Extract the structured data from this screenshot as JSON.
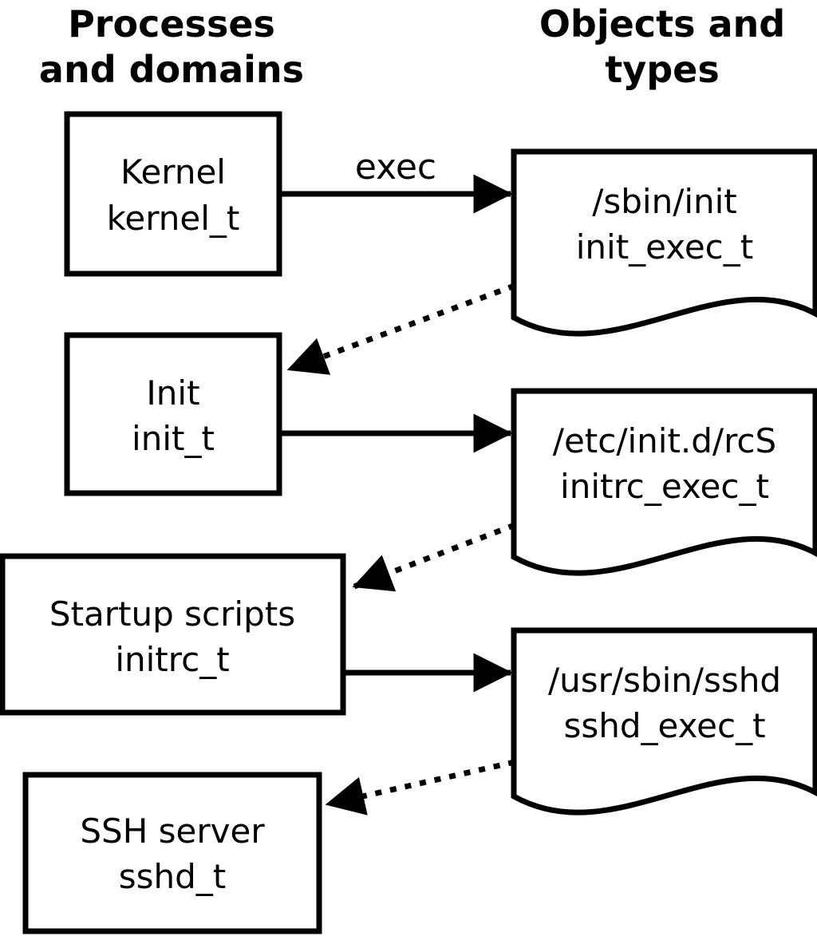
{
  "columns": {
    "processes_header": {
      "line1": "Processes",
      "line2": "and domains"
    },
    "objects_header": {
      "line1": "Objects and",
      "line2": "types"
    }
  },
  "processes": [
    {
      "label": "Kernel",
      "type": "kernel_t"
    },
    {
      "label": "Init",
      "type": "init_t"
    },
    {
      "label": "Startup scripts",
      "type": "initrc_t"
    },
    {
      "label": "SSH server",
      "type": "sshd_t"
    }
  ],
  "objects": [
    {
      "path": "/sbin/init",
      "type": "init_exec_t"
    },
    {
      "path": "/etc/init.d/rcS",
      "type": "initrc_exec_t"
    },
    {
      "path": "/usr/sbin/sshd",
      "type": "sshd_exec_t"
    }
  ],
  "edge_labels": {
    "exec": "exec"
  },
  "colors": {
    "foreground": "#000000",
    "background": "#ffffff"
  }
}
